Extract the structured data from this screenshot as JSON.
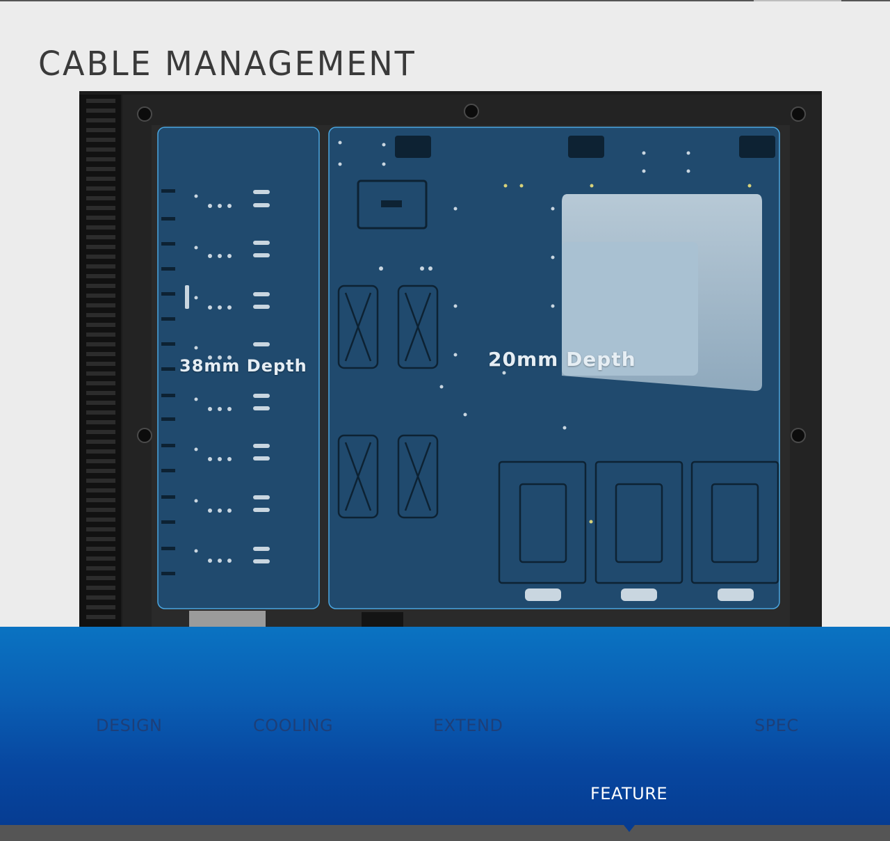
{
  "page": {
    "title": "CABLE MANAGEMENT"
  },
  "illustration": {
    "name": "case-side-panel-cable-management",
    "labels": {
      "left_zone": "38mm Depth",
      "right_zone": "20mm Depth"
    }
  },
  "nav": {
    "items": [
      {
        "label": "DESIGN",
        "active": false
      },
      {
        "label": "COOLING",
        "active": false
      },
      {
        "label": "EXTEND",
        "active": false
      },
      {
        "label": "FEATURE",
        "active": true
      },
      {
        "label": "SPEC",
        "active": false
      }
    ]
  },
  "colors": {
    "background": "#ececec",
    "case_black": "#1c1c1c",
    "overlay_blue": "#1f4f77",
    "overlay_border": "#4aa6e0",
    "nav_top": "#0a73c2",
    "nav_bottom": "#063c92",
    "nav_text": "#1d3f79",
    "nav_active_text": "#ffffff",
    "bottom_bar": "#555555"
  }
}
